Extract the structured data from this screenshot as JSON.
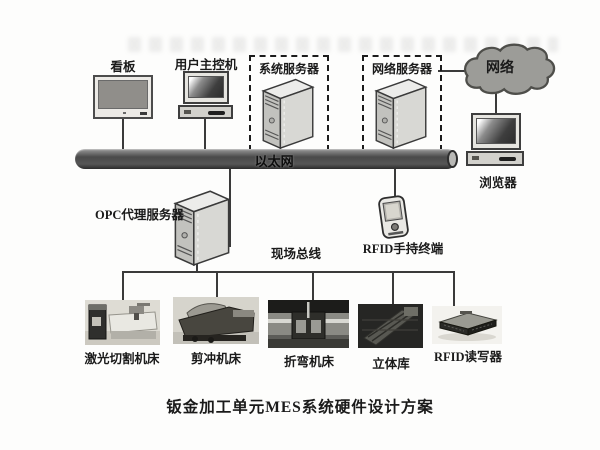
{
  "diagram": {
    "caption": "钣金加工单元MES系统硬件设计方案",
    "ethernet_label": "以太网",
    "fieldbus_label": "现场总线",
    "nodes": {
      "kanban": "看板",
      "user_host": "用户主控机",
      "system_server": "系统服务器",
      "network_server": "网络服务器",
      "network_cloud": "网络",
      "browser": "浏览器",
      "opc_server": "OPC代理服务器",
      "rfid_handheld": "RFID手持终端",
      "laser_machine": "激光切割机床",
      "shear_machine": "剪冲机床",
      "bending_machine": "折弯机床",
      "warehouse": "立体库",
      "rfid_reader": "RFID读写器"
    },
    "colors": {
      "background": "#fdfdfc",
      "pipe": "#4a4a4a",
      "connector_line": "#3a3a3a",
      "cloud_fill": "#9c9c98",
      "server_body": "#d8d8d4",
      "dashed_border": "#1c1c1c",
      "text": "#1a1a1a"
    }
  }
}
